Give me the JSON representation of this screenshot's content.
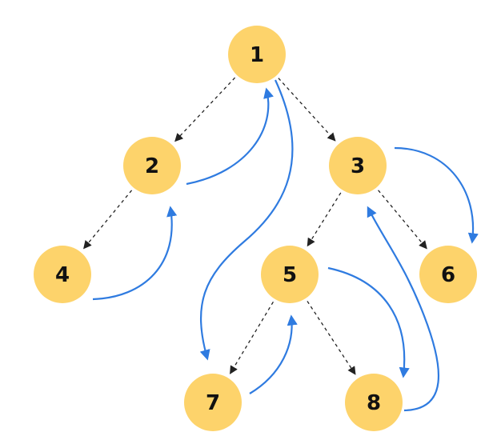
{
  "nodes": [
    {
      "id": "1",
      "label": "1"
    },
    {
      "id": "2",
      "label": "2"
    },
    {
      "id": "3",
      "label": "3"
    },
    {
      "id": "4",
      "label": "4"
    },
    {
      "id": "5",
      "label": "5"
    },
    {
      "id": "6",
      "label": "6"
    },
    {
      "id": "7",
      "label": "7"
    },
    {
      "id": "8",
      "label": "8"
    }
  ],
  "tree_edges": [
    {
      "from": "1",
      "to": "2"
    },
    {
      "from": "1",
      "to": "3"
    },
    {
      "from": "2",
      "to": "4"
    },
    {
      "from": "3",
      "to": "5"
    },
    {
      "from": "3",
      "to": "6"
    },
    {
      "from": "5",
      "to": "7"
    },
    {
      "from": "5",
      "to": "8"
    }
  ],
  "flow_edges": [
    {
      "from": "4",
      "to": "2"
    },
    {
      "from": "2",
      "to": "1"
    },
    {
      "from": "1",
      "to": "7"
    },
    {
      "from": "7",
      "to": "5"
    },
    {
      "from": "5",
      "to": "8"
    },
    {
      "from": "8",
      "to": "3"
    },
    {
      "from": "3",
      "to": "6"
    }
  ],
  "colors": {
    "node_fill": "#FDD36B",
    "tree_edge": "#222222",
    "flow_edge": "#2F7BE0"
  }
}
